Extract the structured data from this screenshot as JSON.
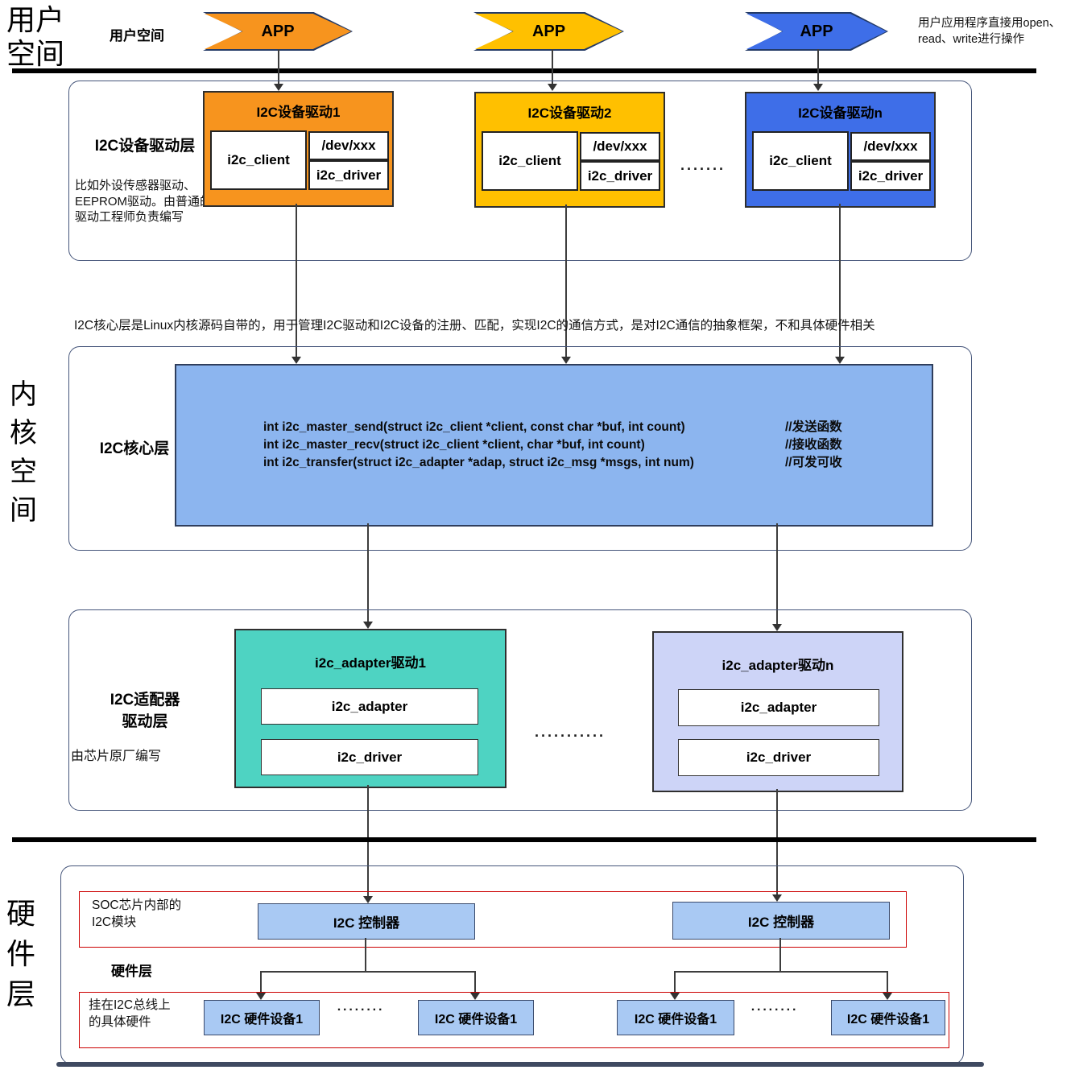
{
  "user_space": {
    "side_label": "用户空间",
    "row_label": "用户空间",
    "apps": [
      {
        "label": "APP",
        "color": "#F7941E"
      },
      {
        "label": "APP",
        "color": "#FFC000"
      },
      {
        "label": "APP",
        "color": "#3E6EE8"
      }
    ],
    "note": "用户应用程序直接用open、read、write进行操作"
  },
  "device_driver_layer": {
    "layer_label": "I2C设备驱动层",
    "layer_note": "比如外设传感器驱动、EEPROM驱动。由普通的驱动工程师负责编写",
    "dots": "·······",
    "boxes": [
      {
        "title": "I2C设备驱动1",
        "client": "i2c_client",
        "devnode": "/dev/xxx",
        "driver": "i2c_driver",
        "color": "#F7941E"
      },
      {
        "title": "I2C设备驱动2",
        "client": "i2c_client",
        "devnode": "/dev/xxx",
        "driver": "i2c_driver",
        "color": "#FFC000"
      },
      {
        "title": "I2C设备驱动n",
        "client": "i2c_client",
        "devnode": "/dev/xxx",
        "driver": "i2c_driver",
        "color": "#3E6EE8"
      }
    ]
  },
  "kernel_space": {
    "side_label": "内核空间",
    "note": "I2C核心层是Linux内核源码自带的，用于管理I2C驱动和I2C设备的注册、匹配，实现I2C的通信方式，是对I2C通信的抽象框架，不和具体硬件相关",
    "core_label": "I2C核心层",
    "core_color": "#8CB5EF",
    "functions": [
      {
        "code": "int i2c_master_send(struct i2c_client *client, const char *buf, int count)",
        "comment": "//发送函数"
      },
      {
        "code": "int i2c_master_recv(struct i2c_client *client, char *buf, int count)",
        "comment": "//接收函数"
      },
      {
        "code": "int i2c_transfer(struct i2c_adapter *adap, struct i2c_msg *msgs, int num)",
        "comment": "//可发可收"
      }
    ]
  },
  "adapter_layer": {
    "label_line1": "I2C适配器",
    "label_line2": "驱动层",
    "note": "由芯片原厂编写",
    "dots": "···········",
    "boxes": [
      {
        "title": "i2c_adapter驱动1",
        "adapter": "i2c_adapter",
        "driver": "i2c_driver",
        "color": "#4ED3C2"
      },
      {
        "title": "i2c_adapter驱动n",
        "adapter": "i2c_adapter",
        "driver": "i2c_driver",
        "color": "#CDD4F7"
      }
    ]
  },
  "hardware_layer": {
    "side_label": "硬件层",
    "soc_note": "SOC芯片内部的I2C模块",
    "layer_label": "硬件层",
    "bus_note": "挂在I2C总线上的具体硬件",
    "box_color": "#A9C9F3",
    "outline_color": "#CC0000",
    "controllers": [
      {
        "label": "I2C 控制器"
      },
      {
        "label": "I2C 控制器"
      }
    ],
    "dots_left": "········",
    "dots_right": "········",
    "devices": [
      {
        "label": "I2C 硬件设备1"
      },
      {
        "label": "I2C 硬件设备1"
      },
      {
        "label": "I2C 硬件设备1"
      },
      {
        "label": "I2C 硬件设备1"
      }
    ]
  }
}
